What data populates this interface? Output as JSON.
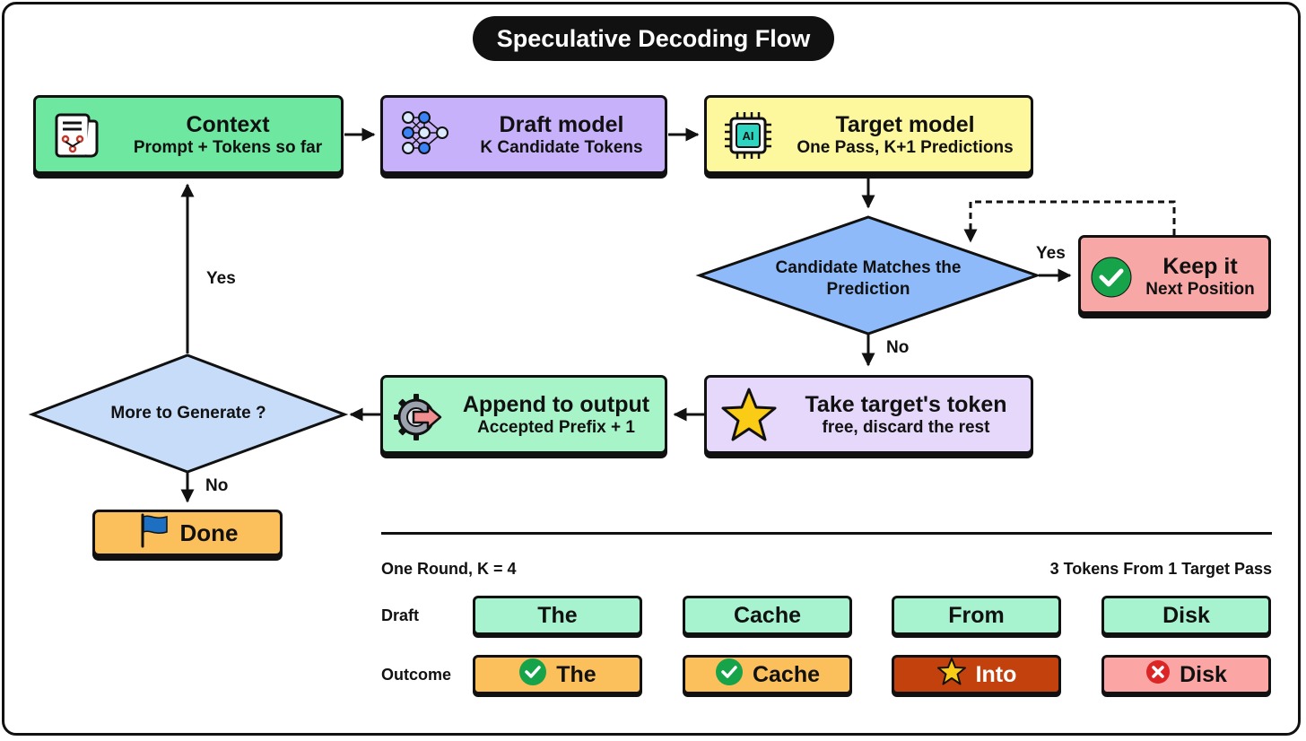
{
  "title": "Speculative Decoding Flow",
  "nodes": {
    "context": {
      "title": "Context",
      "subtitle": "Prompt + Tokens so far",
      "icon": "document-icon",
      "color": "#6ee7a0"
    },
    "draft_model": {
      "title": "Draft model",
      "subtitle": "K Candidate Tokens",
      "icon": "neural-network-icon",
      "color": "#c8b1fb"
    },
    "target_model": {
      "title": "Target model",
      "subtitle": "One Pass, K+1 Predictions",
      "icon": "ai-chip-icon",
      "color": "#fdf79e"
    },
    "candidate_check": {
      "text": "Candidate Matches the Prediction",
      "color": "#8fbafa"
    },
    "keep_it": {
      "title": "Keep it",
      "subtitle": "Next Position",
      "icon": "check-circle-icon",
      "color": "#f8a7a7"
    },
    "take_target": {
      "title": "Take target's token",
      "subtitle": "free, discard the rest",
      "icon": "star-icon",
      "color": "#e6d8fb"
    },
    "append_output": {
      "title": "Append to output",
      "subtitle": "Accepted Prefix + 1",
      "icon": "gear-arrow-icon",
      "color": "#a8f4c9"
    },
    "more_generate": {
      "text": "More to Generate ?",
      "color": "#c6dcf8"
    },
    "done": {
      "label": "Done",
      "icon": "flag-icon",
      "color": "#fbbf5b"
    }
  },
  "edge_labels": {
    "match_yes": "Yes",
    "match_no": "No",
    "more_yes": "Yes",
    "more_no": "No"
  },
  "example": {
    "left_caption": "One Round, K = 4",
    "right_caption": "3 Tokens From 1 Target Pass",
    "draft_label": "Draft",
    "outcome_label": "Outcome",
    "draft_tokens": [
      "The",
      "Cache",
      "From",
      "Disk"
    ],
    "outcome_tokens": [
      {
        "text": "The",
        "status": "accepted",
        "icon": "check-circle-icon",
        "color": "#fbbf5b"
      },
      {
        "text": "Cache",
        "status": "accepted",
        "icon": "check-circle-icon",
        "color": "#fbbf5b"
      },
      {
        "text": "Into",
        "status": "replaced",
        "icon": "star-icon",
        "color": "#c2410c"
      },
      {
        "text": "Disk",
        "status": "rejected",
        "icon": "x-circle-icon",
        "color": "#fca5a5"
      }
    ],
    "draft_color": "#a7f3d0"
  }
}
